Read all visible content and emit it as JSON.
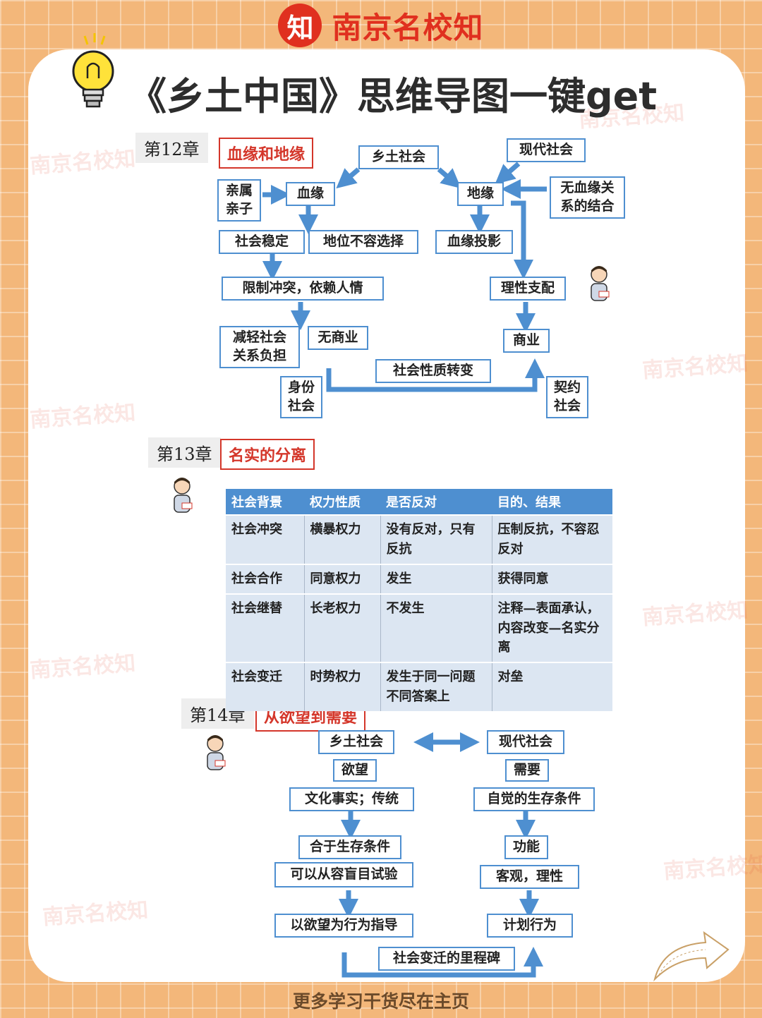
{
  "brand": {
    "logo_char": "知",
    "name": "南京名校知"
  },
  "title": "《乡土中国》思维导图一键get",
  "watermark": "南京名校知",
  "chapters": [
    {
      "label": "第12章",
      "title": "血缘和地缘"
    },
    {
      "label": "第13章",
      "title": "名实的分离"
    },
    {
      "label": "第14章",
      "title": "从欲望到需要"
    }
  ],
  "ch12": {
    "xiangtu": "乡土社会",
    "modern": "现代社会",
    "relatives": "亲属\n亲子",
    "xueyuan": "血缘",
    "diyuan": "地缘",
    "nonblood": "无血缘关\n系的结合",
    "stable": "社会稳定",
    "status_fixed": "地位不容选择",
    "projection": "血缘投影",
    "limit": "限制冲突，依赖人情",
    "rational": "理性支配",
    "reduce": "减轻社会\n关系负担",
    "no_commerce": "无商业",
    "commerce": "商业",
    "transform": "社会性质转变",
    "identity": "身份\n社会",
    "contract": "契约\n社会"
  },
  "ch13": {
    "headers": [
      "社会背景",
      "权力性质",
      "是否反对",
      "目的、结果"
    ],
    "rows": [
      [
        "社会冲突",
        "横暴权力",
        "没有反对，只有反抗",
        "压制反抗，不容忍反对"
      ],
      [
        "社会合作",
        "同意权力",
        "发生",
        "获得同意"
      ],
      [
        "社会继替",
        "长老权力",
        "不发生",
        "注释—表面承认，内容改变—名实分离"
      ],
      [
        "社会变迁",
        "时势权力",
        "发生于同一问题不同答案上",
        "对垒"
      ]
    ]
  },
  "ch14": {
    "xiangtu": "乡土社会",
    "modern": "现代社会",
    "desire": "欲望",
    "need": "需要",
    "culture": "文化事实；传统",
    "conscious": "自觉的生存条件",
    "fit": "合于生存条件",
    "function": "功能",
    "trial": "可以从容盲目试验",
    "objective": "客观，理性",
    "desire_guide": "以欲望为行为指导",
    "plan": "计划行为",
    "milestone": "社会变迁的里程碑"
  },
  "footer": "更多学习干货尽在主页",
  "colors": {
    "accent": "#4e8fd0",
    "red": "#d4362a",
    "brand": "#e0301f",
    "bg": "#f3b77a"
  }
}
